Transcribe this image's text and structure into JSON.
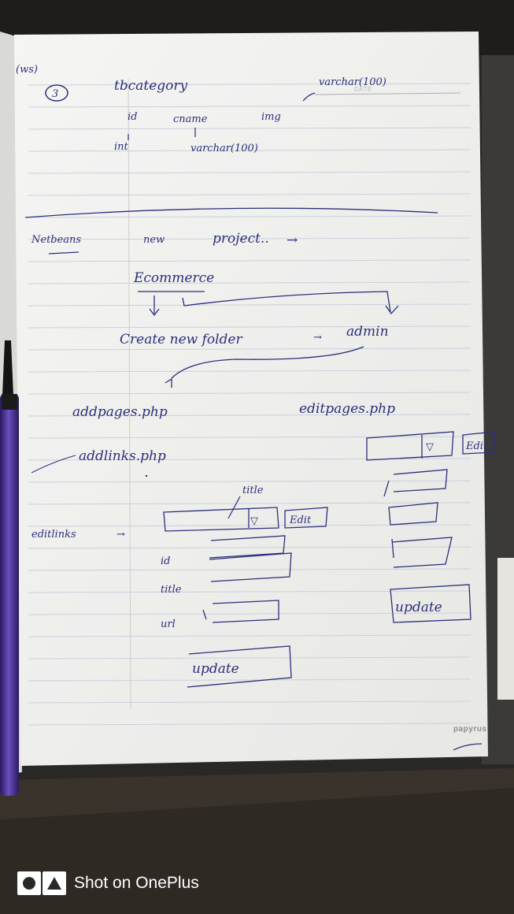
{
  "photo_content": {
    "section_number": "3",
    "top_left_mark": "(ws)",
    "table_name": "tbcategory",
    "table_type_note": "varchar(100)",
    "date_label": "DATE",
    "columns": [
      "id",
      "cname",
      "img"
    ],
    "types": [
      "int",
      "varchar(100)"
    ],
    "steps": {
      "netbeans": "Netbeans",
      "new": "new",
      "project": "project..",
      "arrow": "→",
      "project_name": "Ecommerce",
      "create_new_folder": "Create new folder",
      "arrow_to_admin": "→",
      "folder_name": "admin"
    },
    "files": {
      "add_pages": "addpages.php",
      "edit_pages": "editpages.php",
      "add_links": "addlinks.php",
      "edit_links": "editlinks",
      "edit_links_arrow": "→"
    },
    "edit_links_form": {
      "title_callout": "title",
      "edit_button": "Edit",
      "dropdown_marker": "▽",
      "field_labels": [
        "id",
        "title",
        "url"
      ],
      "update_button": "update"
    },
    "edit_pages_form": {
      "dropdown_marker": "▽",
      "edit_button": "Edit",
      "update_button": "update"
    },
    "notebook_brand": "papyrus"
  },
  "watermark": {
    "text": "Shot on OnePlus",
    "logo_icon": "oneplus-shutter-logo"
  },
  "colors": {
    "ink": "#2c2f7a",
    "paper": "#f3f3f1",
    "background": "#2a2826",
    "pen_barrel": "#4a2f8c"
  }
}
